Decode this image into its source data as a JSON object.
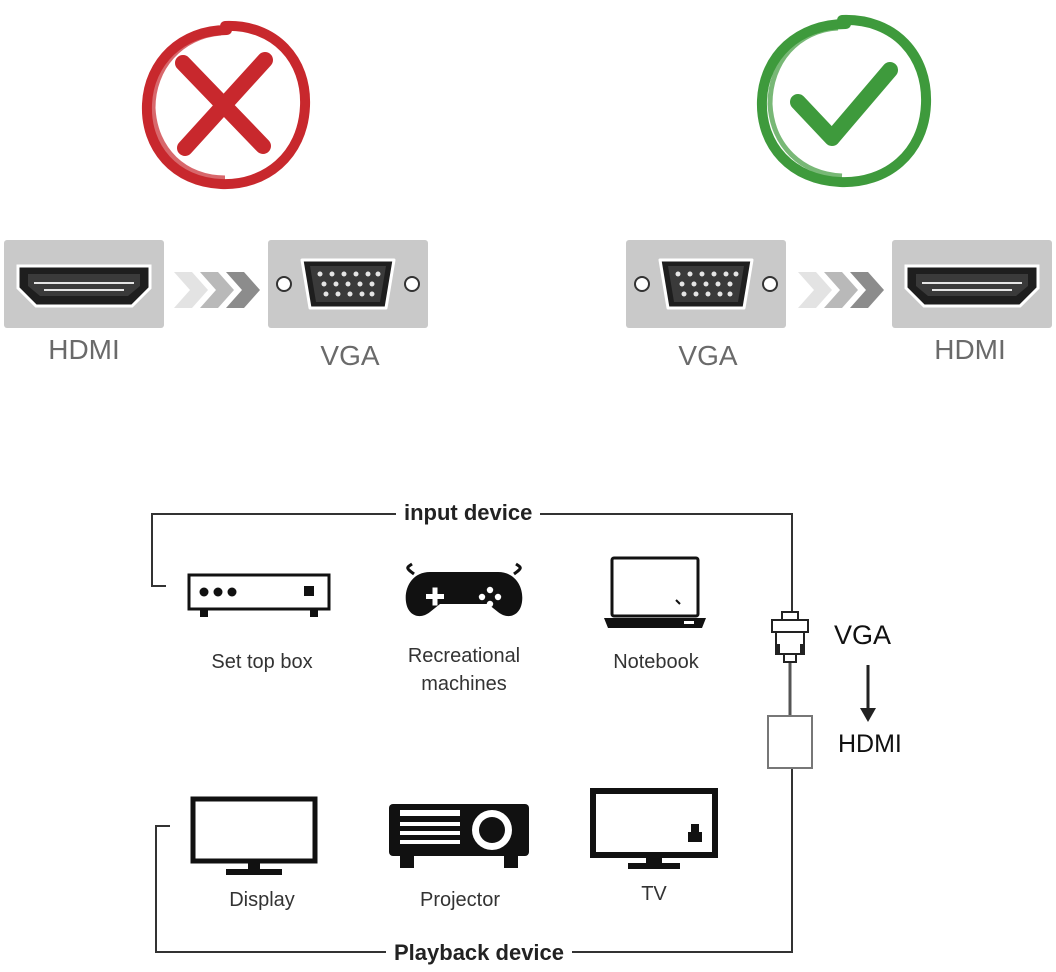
{
  "top": {
    "left": {
      "source_label": "HDMI",
      "target_label": "VGA",
      "status": "incorrect",
      "status_color": "#c8282d",
      "status_icon": "cross-icon"
    },
    "right": {
      "source_label": "VGA",
      "target_label": "HDMI",
      "status": "correct",
      "status_color": "#3e9a3c",
      "status_icon": "check-icon"
    }
  },
  "diagram": {
    "input_title": "input device",
    "playback_title": "Playback device",
    "input_devices": [
      {
        "label": "Set top box",
        "icon": "set-top-box-icon"
      },
      {
        "label": "Recreational machines",
        "icon": "gamepad-icon"
      },
      {
        "label": "Notebook",
        "icon": "notebook-icon"
      }
    ],
    "playback_devices": [
      {
        "label": "Display",
        "icon": "display-icon"
      },
      {
        "label": "Projector",
        "icon": "projector-icon"
      },
      {
        "label": "TV",
        "icon": "tv-icon"
      }
    ],
    "adapter": {
      "from_label": "VGA",
      "to_label": "HDMI"
    }
  }
}
